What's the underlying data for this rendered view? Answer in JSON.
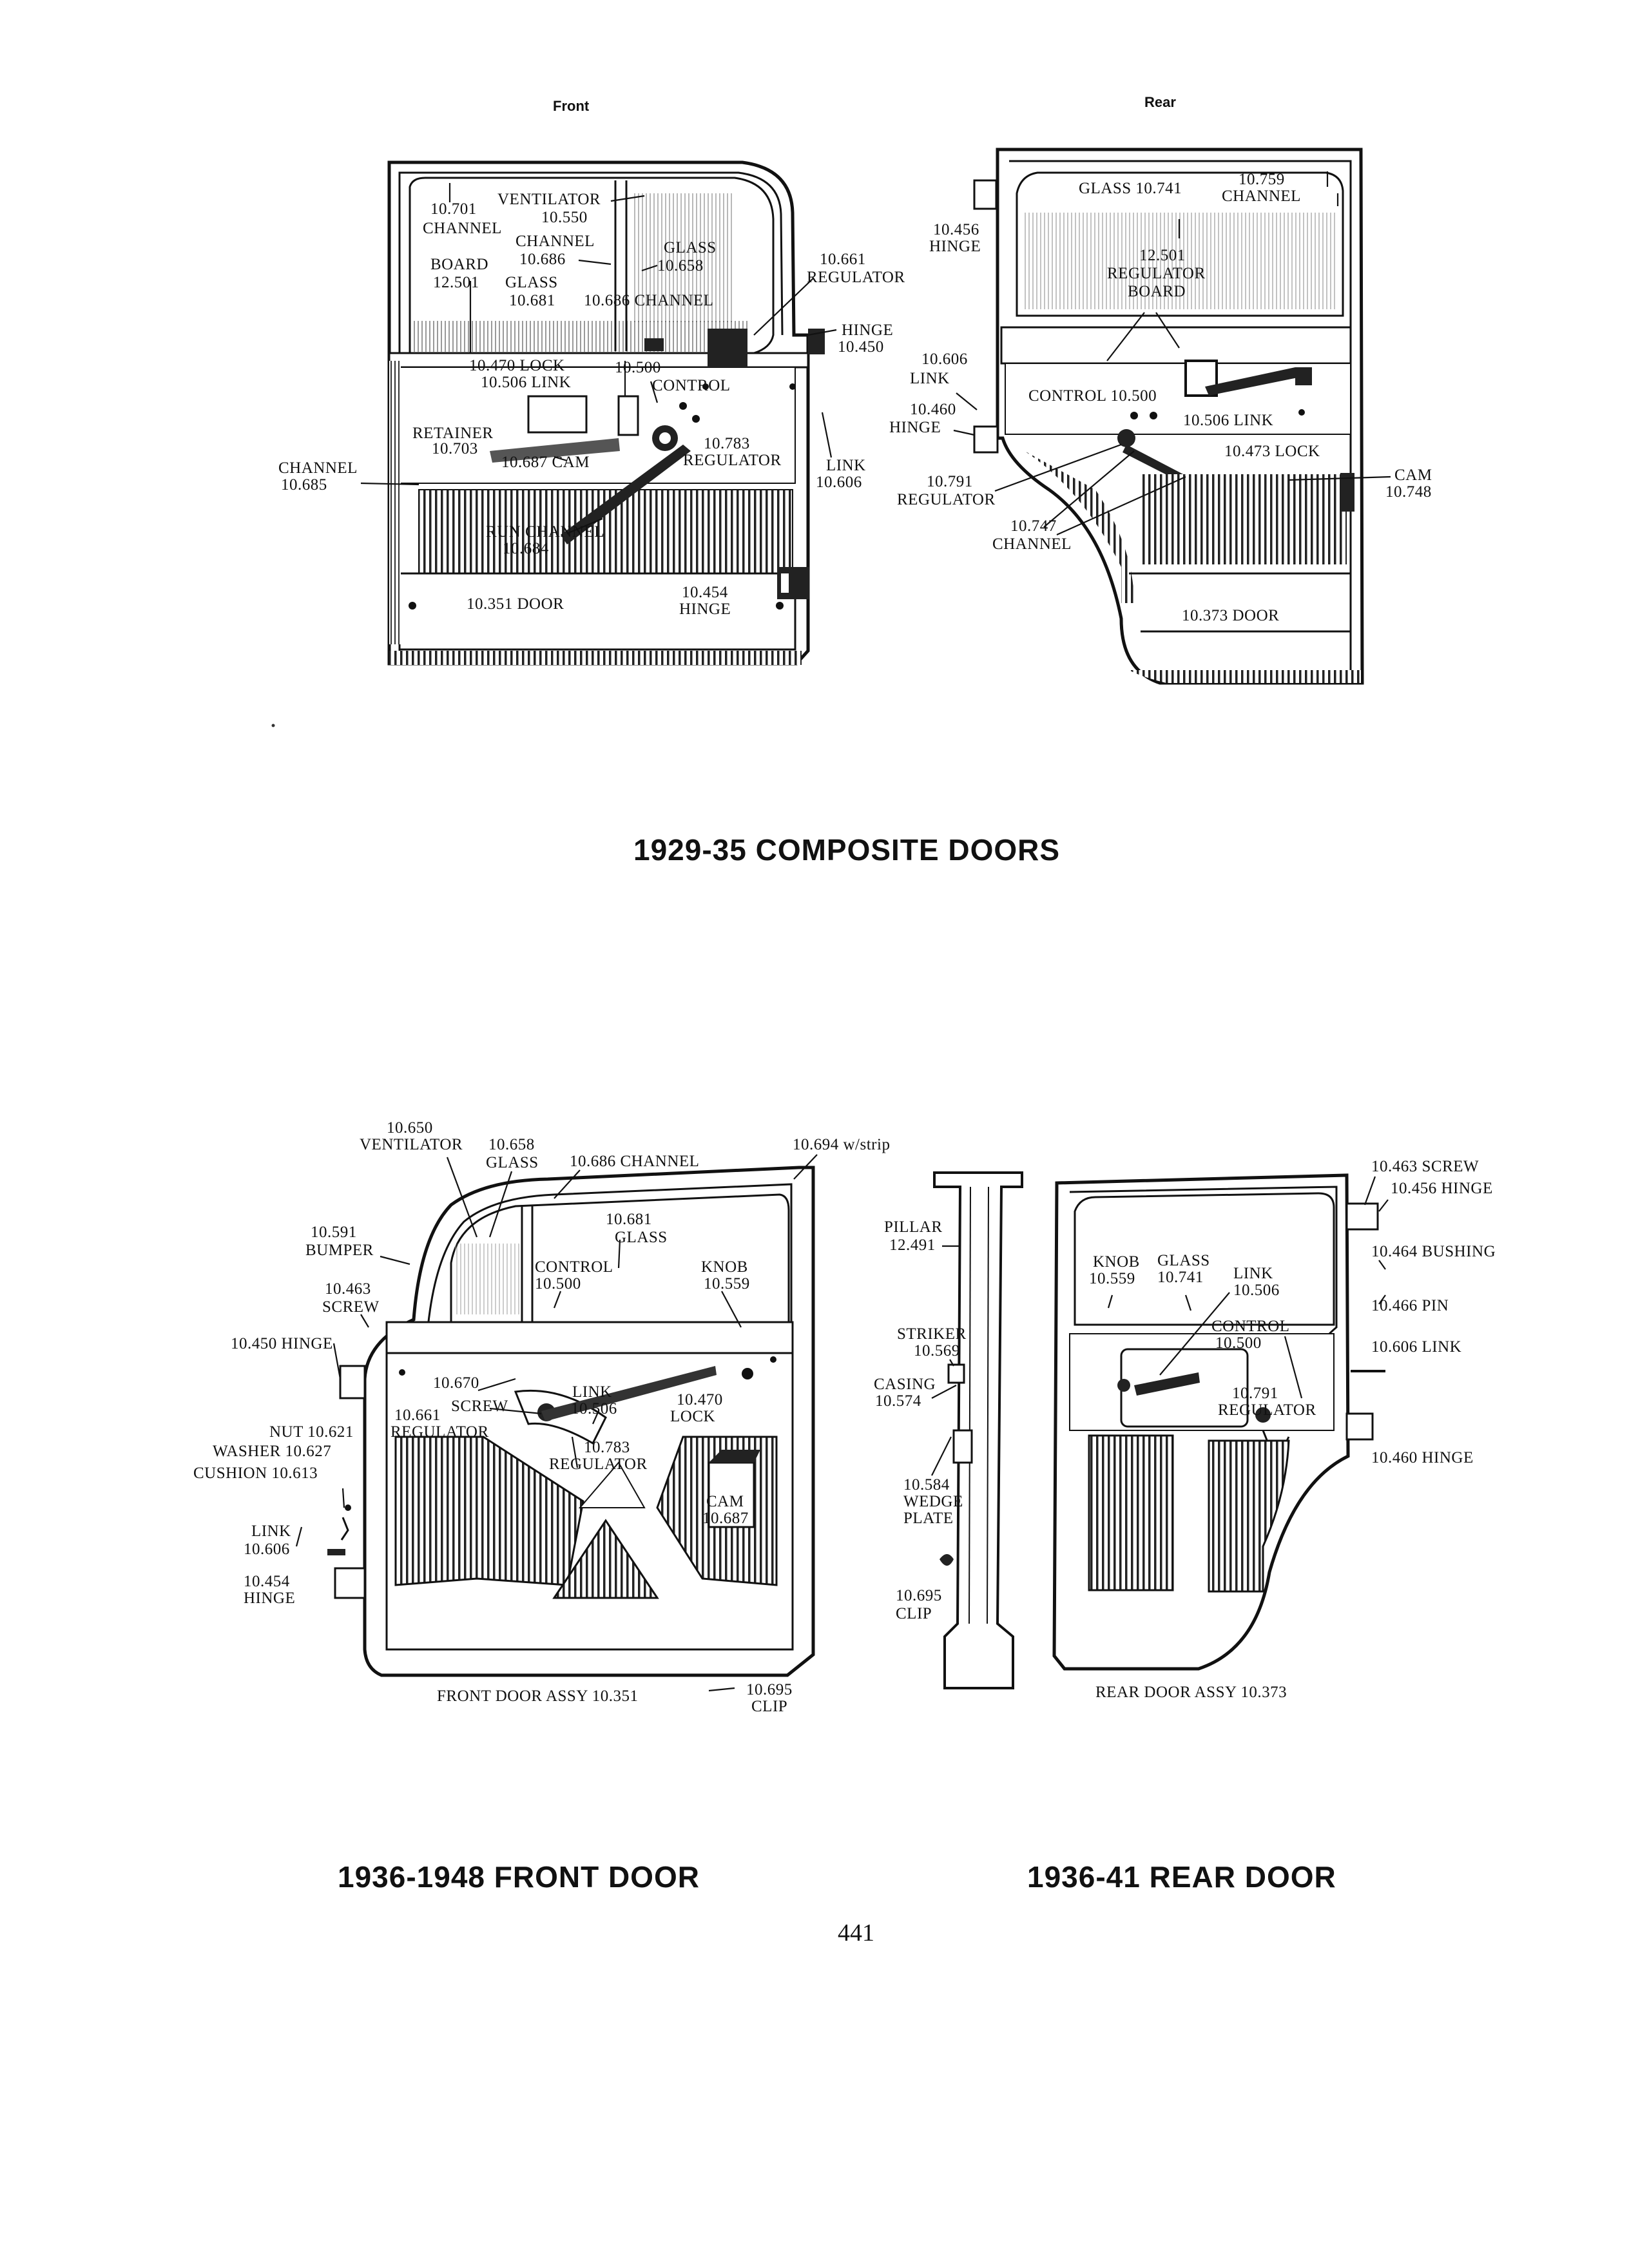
{
  "top_diagram": {
    "view_labels": {
      "front": "Front",
      "rear": "Rear"
    },
    "title": "1929-35 COMPOSITE DOORS",
    "front_callouts": [
      {
        "id": "t1",
        "lines": [
          "10.701",
          "CHANNEL"
        ]
      },
      {
        "id": "t2",
        "lines": [
          "VENTILATOR",
          "10.550"
        ]
      },
      {
        "id": "t3",
        "lines": [
          "CHANNEL",
          "10.686"
        ]
      },
      {
        "id": "t4",
        "lines": [
          "GLASS",
          "10.658"
        ]
      },
      {
        "id": "t5",
        "lines": [
          "BOARD",
          "12.501"
        ]
      },
      {
        "id": "t6",
        "lines": [
          "GLASS",
          "10.681"
        ]
      },
      {
        "id": "t7",
        "lines": [
          "10.686 CHANNEL"
        ]
      },
      {
        "id": "t8",
        "lines": [
          "10.661",
          "REGULATOR"
        ]
      },
      {
        "id": "t9",
        "lines": [
          "HINGE",
          "10.450"
        ]
      },
      {
        "id": "t10",
        "lines": [
          "10.470 LOCK",
          "10.506 LINK"
        ]
      },
      {
        "id": "t11",
        "lines": [
          "10.500",
          "CONTROL"
        ]
      },
      {
        "id": "t12",
        "lines": [
          "RETAINER",
          "10.703"
        ]
      },
      {
        "id": "t13",
        "lines": [
          "10.687 CAM"
        ]
      },
      {
        "id": "t14",
        "lines": [
          "10.783",
          "REGULATOR"
        ]
      },
      {
        "id": "t15",
        "lines": [
          "CHANNEL",
          "10.685"
        ]
      },
      {
        "id": "t16",
        "lines": [
          "LINK",
          "10.606"
        ]
      },
      {
        "id": "t17",
        "lines": [
          "RUN CHANNEL",
          "10.684"
        ]
      },
      {
        "id": "t18",
        "lines": [
          "10.351 DOOR"
        ]
      },
      {
        "id": "t19",
        "lines": [
          "10.454",
          "HINGE"
        ]
      }
    ],
    "rear_callouts": [
      {
        "id": "r1",
        "lines": [
          "GLASS 10.741"
        ]
      },
      {
        "id": "r2",
        "lines": [
          "10.759",
          "CHANNEL"
        ]
      },
      {
        "id": "r3",
        "lines": [
          "10.456",
          "HINGE"
        ]
      },
      {
        "id": "r4",
        "lines": [
          "12.501",
          "REGULATOR",
          "BOARD"
        ]
      },
      {
        "id": "r5",
        "lines": [
          "10.606",
          "LINK"
        ]
      },
      {
        "id": "r6",
        "lines": [
          "CONTROL 10.500"
        ]
      },
      {
        "id": "r7",
        "lines": [
          "10.460",
          "HINGE"
        ]
      },
      {
        "id": "r8",
        "lines": [
          "10.506 LINK"
        ]
      },
      {
        "id": "r9",
        "lines": [
          "10.473 LOCK"
        ]
      },
      {
        "id": "r10",
        "lines": [
          "CAM",
          "10.748"
        ]
      },
      {
        "id": "r11",
        "lines": [
          "10.791",
          "REGULATOR"
        ]
      },
      {
        "id": "r12",
        "lines": [
          "10.747",
          "CHANNEL"
        ]
      },
      {
        "id": "r13",
        "lines": [
          "10.373 DOOR"
        ]
      }
    ]
  },
  "front_door_1936": {
    "title": "1936-1948 FRONT DOOR",
    "callouts": [
      {
        "id": "f1",
        "lines": [
          "10.650",
          "VENTILATOR"
        ]
      },
      {
        "id": "f2",
        "lines": [
          "10.658",
          "GLASS"
        ]
      },
      {
        "id": "f3",
        "lines": [
          "10.686 CHANNEL"
        ]
      },
      {
        "id": "f4",
        "lines": [
          "10.694 w/strip"
        ]
      },
      {
        "id": "f5",
        "lines": [
          "10.591",
          "BUMPER"
        ]
      },
      {
        "id": "f6",
        "lines": [
          "10.681",
          "GLASS"
        ]
      },
      {
        "id": "f7",
        "lines": [
          "CONTROL",
          "10.500"
        ]
      },
      {
        "id": "f8",
        "lines": [
          "KNOB",
          "10.559"
        ]
      },
      {
        "id": "f9",
        "lines": [
          "10.463",
          "SCREW"
        ]
      },
      {
        "id": "f10",
        "lines": [
          "10.450 HINGE"
        ]
      },
      {
        "id": "f11",
        "lines": [
          "10.670"
        ]
      },
      {
        "id": "f12",
        "lines": [
          "LINK",
          "10.506"
        ]
      },
      {
        "id": "f13",
        "lines": [
          "10.470",
          "LOCK"
        ]
      },
      {
        "id": "f14",
        "lines": [
          "SCREW"
        ]
      },
      {
        "id": "f15",
        "lines": [
          "10.661",
          "REGULATOR"
        ]
      },
      {
        "id": "f16",
        "lines": [
          "NUT 10.621"
        ]
      },
      {
        "id": "f17",
        "lines": [
          "WASHER 10.627"
        ]
      },
      {
        "id": "f18",
        "lines": [
          "CUSHION 10.613"
        ]
      },
      {
        "id": "f19",
        "lines": [
          "10.783",
          "REGULATOR"
        ]
      },
      {
        "id": "f20",
        "lines": [
          "CAM",
          "10.687"
        ]
      },
      {
        "id": "f21",
        "lines": [
          "LINK",
          "10.606"
        ]
      },
      {
        "id": "f22",
        "lines": [
          "10.454",
          "HINGE"
        ]
      },
      {
        "id": "f23",
        "lines": [
          "FRONT DOOR ASSY 10.351"
        ]
      },
      {
        "id": "f24",
        "lines": [
          "10.695",
          "CLIP"
        ]
      }
    ]
  },
  "rear_door_1936": {
    "title": "1936-41 REAR DOOR",
    "callouts": [
      {
        "id": "g1",
        "lines": [
          "PILLAR",
          "12.491"
        ]
      },
      {
        "id": "g2",
        "lines": [
          "STRIKER",
          "10.569"
        ]
      },
      {
        "id": "g3",
        "lines": [
          "CASING",
          "10.574"
        ]
      },
      {
        "id": "g4",
        "lines": [
          "10.584",
          "WEDGE",
          "PLATE"
        ]
      },
      {
        "id": "g5",
        "lines": [
          "10.695",
          "CLIP"
        ]
      },
      {
        "id": "g6",
        "lines": [
          "KNOB",
          "10.559"
        ]
      },
      {
        "id": "g7",
        "lines": [
          "GLASS",
          "10.741"
        ]
      },
      {
        "id": "g8",
        "lines": [
          "LINK",
          "10.506"
        ]
      },
      {
        "id": "g9",
        "lines": [
          "CONTROL",
          "10.500"
        ]
      },
      {
        "id": "g10",
        "lines": [
          "10.791",
          "REGULATOR"
        ]
      },
      {
        "id": "g11",
        "lines": [
          "10.463 SCREW"
        ]
      },
      {
        "id": "g12",
        "lines": [
          "10.456 HINGE"
        ]
      },
      {
        "id": "g13",
        "lines": [
          "10.464 BUSHING"
        ]
      },
      {
        "id": "g14",
        "lines": [
          "10.466 PIN"
        ]
      },
      {
        "id": "g15",
        "lines": [
          "10.606 LINK"
        ]
      },
      {
        "id": "g16",
        "lines": [
          "10.460 HINGE"
        ]
      },
      {
        "id": "g17",
        "lines": [
          "REAR DOOR ASSY 10.373"
        ]
      }
    ]
  },
  "page_number": "441"
}
